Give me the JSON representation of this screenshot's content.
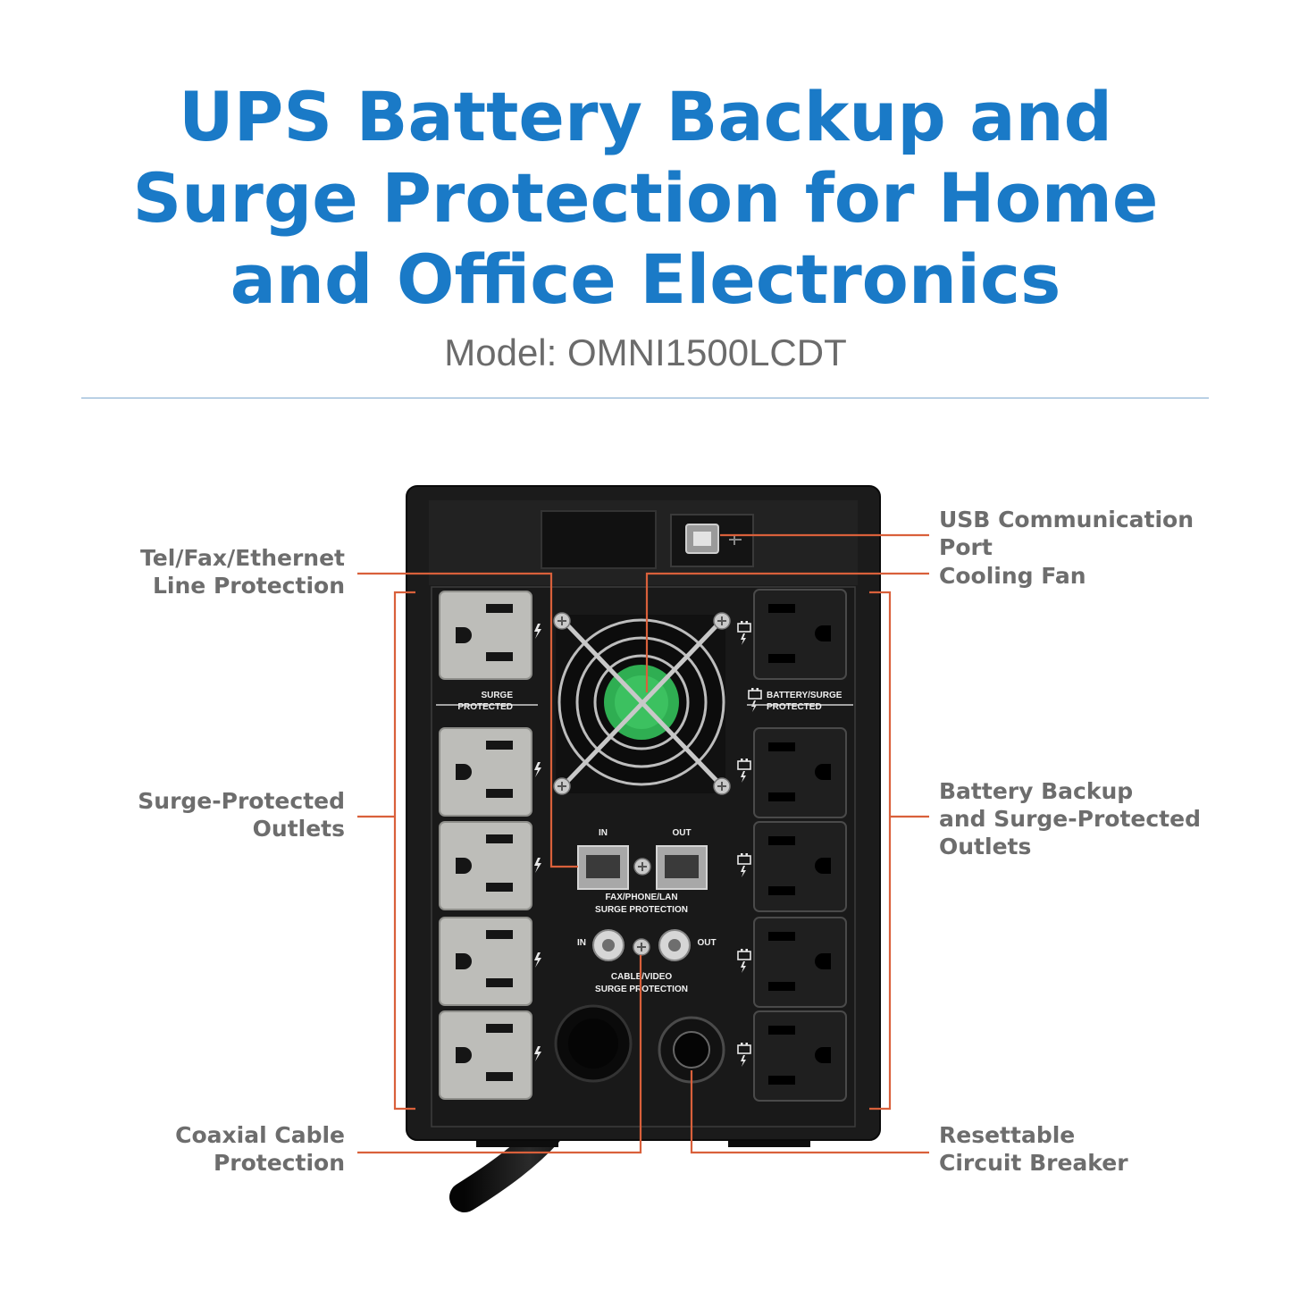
{
  "header": {
    "title_line1": "UPS Battery Backup and",
    "title_line2": "Surge Protection for Home",
    "title_line3": "and Office Electronics",
    "model": "Model: OMNI1500LCDT"
  },
  "callouts": {
    "tel_fax_ethernet": {
      "line1": "Tel/Fax/Ethernet",
      "line2": "Line Protection"
    },
    "surge_protected_outlets": {
      "line1": "Surge-Protected",
      "line2": "Outlets"
    },
    "coaxial_cable": {
      "line1": "Coaxial Cable",
      "line2": "Protection"
    },
    "usb_port": {
      "line1": "USB Communication",
      "line2": "Port"
    },
    "cooling_fan": {
      "line1": "Cooling Fan"
    },
    "battery_backup_outlets": {
      "line1": "Battery Backup",
      "line2": "and Surge-Protected",
      "line3": "Outlets"
    },
    "circuit_breaker": {
      "line1": "Resettable",
      "line2": "Circuit Breaker"
    }
  },
  "device_labels": {
    "surge_line1": "SURGE",
    "surge_line2": "PROTECTED",
    "battery_line1": "BATTERY/SURGE",
    "battery_line2": "PROTECTED",
    "rj45_in": "IN",
    "rj45_out": "OUT",
    "rj45_caption_line1": "FAX/PHONE/LAN",
    "rj45_caption_line2": "SURGE PROTECTION",
    "coax_in": "IN",
    "coax_out": "OUT",
    "coax_caption_line1": "CABLE/VIDEO",
    "coax_caption_line2": "SURGE PROTECTION"
  },
  "colors": {
    "title": "#1a7ac7",
    "model_text": "#6b6b6b",
    "callout_text": "#6d6d6d",
    "leader_line": "#d9603b",
    "rule": "#7fa9cf",
    "ups_body": "#1c1c1c",
    "surge_outlet": "#b9b9b5",
    "battery_outlet": "#1e1e1e",
    "fan_label": "#2fae52"
  },
  "icons": [
    "lightning-icon",
    "battery-icon",
    "usb-port-icon",
    "fan-guard-icon",
    "rj45-jack-icon",
    "coax-connector-icon"
  ]
}
